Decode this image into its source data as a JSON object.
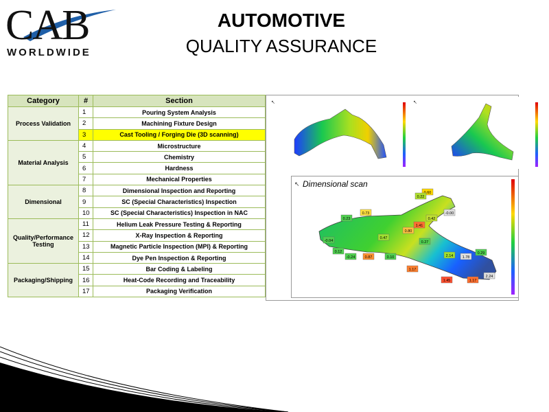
{
  "brand": {
    "logo": "CAB",
    "logo_sub": "WORLDWIDE"
  },
  "title": "AUTOMOTIVE",
  "subtitle": "QUALITY ASSURANCE",
  "table": {
    "headers": [
      "Category",
      "#",
      "Section"
    ],
    "groups": [
      {
        "category": "Process Validation",
        "rows": [
          {
            "n": "1",
            "s": "Pouring System Analysis"
          },
          {
            "n": "2",
            "s": "Machining Fixture Design"
          },
          {
            "n": "3",
            "s": "Cast Tooling / Forging Die (3D scanning)",
            "highlight": true
          }
        ]
      },
      {
        "category": "Material Analysis",
        "rows": [
          {
            "n": "4",
            "s": "Microstructure"
          },
          {
            "n": "5",
            "s": "Chemistry"
          },
          {
            "n": "6",
            "s": "Hardness"
          },
          {
            "n": "7",
            "s": "Mechanical Properties"
          }
        ]
      },
      {
        "category": "Dimensional",
        "rows": [
          {
            "n": "8",
            "s": "Dimensional Inspection and Reporting"
          },
          {
            "n": "9",
            "s": "SC (Special Characteristics) Inspection"
          },
          {
            "n": "10",
            "s": "SC (Special Characteristics) Inspection in NAC"
          }
        ]
      },
      {
        "category": "Quality/Performance Testing",
        "rows": [
          {
            "n": "11",
            "s": "Helium Leak Pressure Testing & Reporting"
          },
          {
            "n": "12",
            "s": "X-Ray Inspection & Reporting"
          },
          {
            "n": "13",
            "s": "Magnetic Particle Inspection (MPI) & Reporting"
          },
          {
            "n": "14",
            "s": "Dye Pen Inspection & Reporting"
          }
        ]
      },
      {
        "category": "Packaging/Shipping",
        "rows": [
          {
            "n": "15",
            "s": "Bar Coding & Labeling"
          },
          {
            "n": "16",
            "s": "Heat-Code Recording and Traceability"
          },
          {
            "n": "17",
            "s": "Packaging Verification"
          }
        ]
      }
    ]
  },
  "scan_caption": "Dimensional scan",
  "scan_values": [
    "0.60",
    "0.22",
    "-0.00",
    "0.73",
    "0.23",
    "0.42",
    "1.41",
    "0.80",
    "0.47",
    "-0.04",
    "0.27",
    "0.12",
    "-0.24",
    "0.87",
    "0.10",
    "2.14",
    "1.78",
    "0.29",
    "1.17",
    "2.24",
    "1.45",
    "1.17"
  ],
  "colors": {
    "header_bg": "#d7e4bd",
    "category_bg": "#ebf1de",
    "border": "#9bbb59",
    "highlight": "#ffff00"
  }
}
